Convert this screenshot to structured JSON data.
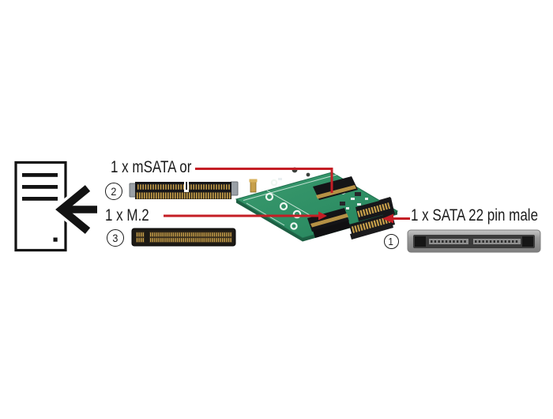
{
  "callouts": {
    "msata": {
      "badge": "2",
      "label": "1 x mSATA or"
    },
    "m2": {
      "badge": "3",
      "label": "1 x M.2"
    },
    "sata": {
      "badge": "1",
      "label": "1 x SATA 22 pin male"
    }
  },
  "colors": {
    "callout_red": "#c41e25",
    "pcb_green": "#2f8f65",
    "ink": "#1b1b1b",
    "connector_gold": "#c79f4a"
  }
}
